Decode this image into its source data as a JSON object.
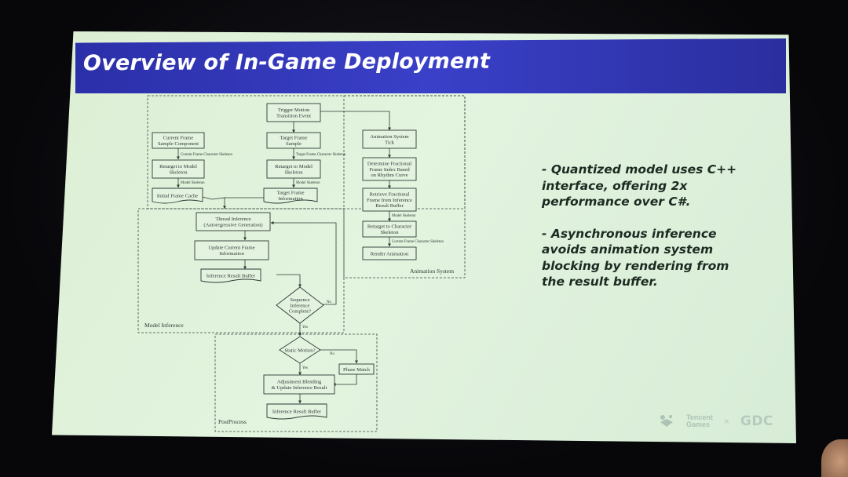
{
  "slide": {
    "title": "Overview of In-Game Deployment",
    "accent_color": "#3a40c8",
    "background_color": "#dcefd4"
  },
  "diagram": {
    "groups": {
      "animation_system": "Animation System",
      "model_inference": "Model Inference",
      "postprocess": "PostProcess"
    },
    "nodes": {
      "trigger": [
        "Trigger Motion",
        "Transition Event"
      ],
      "current_frame": [
        "Current Frame",
        "Sample Component"
      ],
      "target_frame": [
        "Target Frame",
        "Sample"
      ],
      "anim_tick": [
        "Animation System",
        "Tick"
      ],
      "retarget_current": [
        "Retarget to Model",
        "Skeleton"
      ],
      "retarget_target": [
        "Retarget to Model",
        "Skeleton"
      ],
      "determine_index": [
        "Determine Fractional",
        "Frame Index Based",
        "on Rhythm Curve"
      ],
      "initial_cache": [
        "Initial Frame Cache"
      ],
      "target_info": [
        "Target Frame",
        "Information"
      ],
      "retrieve_frame": [
        "Retrieve Fractional",
        "Frame from Inference",
        "Result Buffer"
      ],
      "thread_inference": [
        "Thread Inference",
        "(Autoregressive Generation)"
      ],
      "retarget_character": [
        "Retarget to Character",
        "Skeleton"
      ],
      "update_current": [
        "Update Current Frame",
        "Information"
      ],
      "render_animation": [
        "Render Animation"
      ],
      "inference_buffer": [
        "Inference Result Buffer"
      ],
      "sequence_complete": [
        "Sequence",
        "Inference",
        "Complete?"
      ],
      "static_motion": [
        "Static Motion?"
      ],
      "phase_match": [
        "Phase Match"
      ],
      "adjust_blend": [
        "Adjustment Blending",
        "& Update Inference Result"
      ],
      "final_buffer": [
        "Inference Result Buffer"
      ]
    },
    "edge_labels": {
      "current_char_skeleton": "Current Frame Character Skeleton",
      "target_char_skeleton": "Target Frame Character Skeleton",
      "model_skeleton_1": "Model Skeleton",
      "model_skeleton_2": "Model Skeleton",
      "model_skeleton_3": "Model Skeleton",
      "current_char_skeleton_2": "Current Frame Character Skeleton",
      "no_1": "No",
      "yes_1": "Yes",
      "no_2": "No",
      "yes_2": "Yes"
    }
  },
  "bullets": [
    "- Quantized model uses C++ interface, offering 2x performance over C#.",
    "- Asynchronous inference avoids animation system blocking by rendering from the result buffer."
  ],
  "logos": {
    "tencent_line1": "Tencent",
    "tencent_line2": "Games",
    "separator": "×",
    "gdc": "GDC"
  }
}
